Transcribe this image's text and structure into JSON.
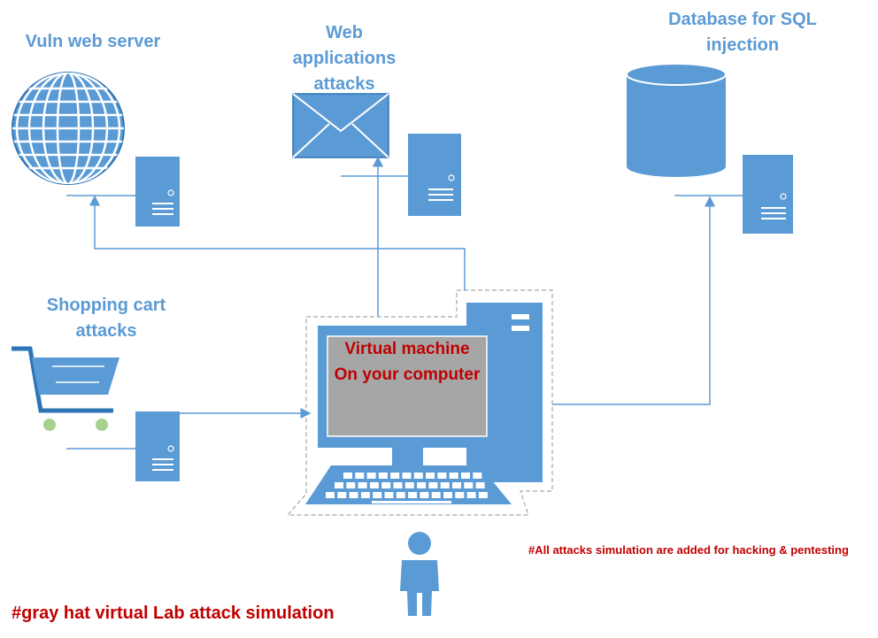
{
  "labels": {
    "vuln_web_server": "Vuln web server",
    "web_app_line1": "Web",
    "web_app_line2": "applications",
    "web_app_line3": "attacks",
    "database_line1": "Database for SQL",
    "database_line2": "injection",
    "cart_line1": "Shopping cart",
    "cart_line2": "attacks",
    "vm_line1": "Virtual machine",
    "vm_line2": "On your computer"
  },
  "notes": {
    "simulation_note": "#All attacks simulation are added for hacking & pentesting",
    "footer_title": "#gray hat virtual Lab attack simulation"
  },
  "colors": {
    "icon_blue": "#5b9bd5",
    "label_blue": "#5b9bd5",
    "note_red": "#c00000",
    "screen_gray": "#a6a6a6",
    "wheel_green": "#a9d18e"
  },
  "icons": [
    "globe-icon",
    "envelope-icon",
    "database-icon",
    "shopping-cart-icon",
    "server-icon",
    "computer-icon",
    "keyboard-icon",
    "user-icon"
  ]
}
